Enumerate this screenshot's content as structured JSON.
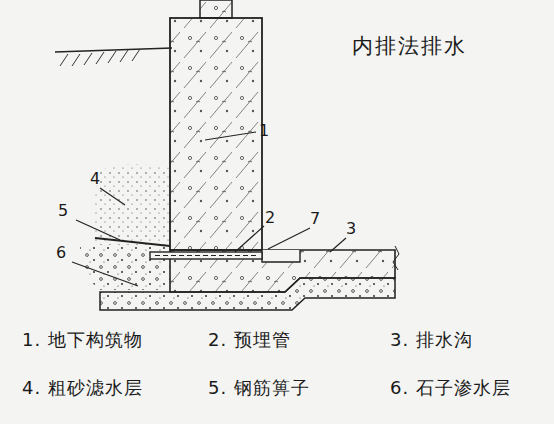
{
  "diagram": {
    "title": "内排法排水",
    "labels": [
      "1",
      "2",
      "7",
      "3",
      "4",
      "5",
      "6",
      "1. 地下构筑物",
      "2. 预埋管",
      "3. 排水沟",
      "4. 粗砂滤水层",
      "5. 钢筋箅子",
      "6. 石子渗水层"
    ]
  }
}
